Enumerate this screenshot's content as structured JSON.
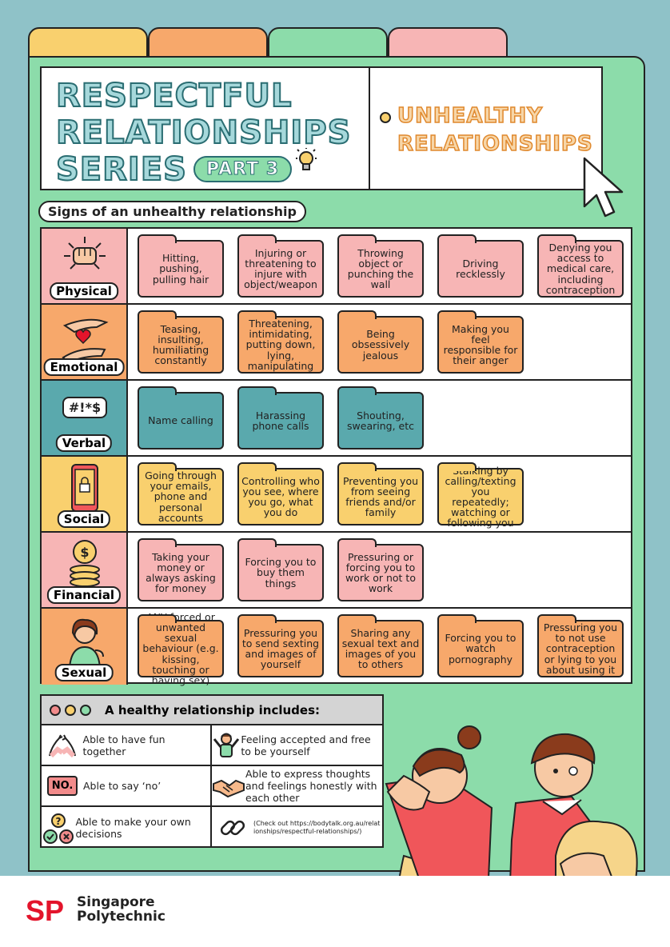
{
  "header": {
    "title_line1": "RESPECTFUL",
    "title_line2": "RELATIONSHIPS",
    "title_line3": "SERIES",
    "part": "PART 3",
    "topic_line1": "UNHEALTHY",
    "topic_line2": "RELATIONSHIPS"
  },
  "signs_label": "Signs of an unhealthy relationship",
  "categories": [
    {
      "name": "Physical",
      "color": "#f7b5b5",
      "icon": "fist-icon",
      "items": [
        "Hitting, pushing, pulling hair",
        "Injuring or threatening to injure with object/weapon",
        "Throwing object or punching the wall",
        "Driving recklessly",
        "Denying you access to medical care, including contraception"
      ]
    },
    {
      "name": "Emotional",
      "color": "#f7a86b",
      "icon": "heart-hands-icon",
      "items": [
        "Teasing, insulting, humiliating constantly",
        "Threatening, intimidating, putting down, lying, manipulating",
        "Being obsessively jealous",
        "Making you feel responsible for their anger"
      ]
    },
    {
      "name": "Verbal",
      "color": "#5aa9ad",
      "icon": "speech-bubble-icon",
      "items": [
        "Name calling",
        "Harassing phone calls",
        "Shouting, swearing, etc"
      ]
    },
    {
      "name": "Social",
      "color": "#f9d06e",
      "icon": "locked-phone-icon",
      "items": [
        "Going through your emails, phone and personal accounts",
        "Controlling who you see, where you go, what you do",
        "Preventing you from seeing friends and/or family",
        "Stalking by calling/texting you repeatedly; watching or following you"
      ]
    },
    {
      "name": "Financial",
      "color": "#f7b5b5",
      "icon": "coins-icon",
      "items": [
        "Taking your money or always asking for money",
        "Forcing you to buy them things",
        "Pressuring or forcing you to work or not to work"
      ]
    },
    {
      "name": "Sexual",
      "color": "#f7a86b",
      "icon": "person-icon",
      "items": [
        "ANY forced or unwanted sexual behaviour (e.g. kissing, touching or having sex)",
        "Pressuring you to send sexting and images of yourself",
        "Sharing any sexual text and images of you to others",
        "Forcing you to watch pornography",
        "Pressuring you to not use contraception or lying to you about using it"
      ]
    }
  ],
  "speech_bubble_text": "#!*$",
  "healthy": {
    "title": "A healthy relationship includes:",
    "items": [
      {
        "text": "Able to have fun together",
        "icon": "hands-icon"
      },
      {
        "text": "Feeling accepted and free to be yourself",
        "icon": "cheering-person-icon"
      },
      {
        "text": "Able to say ‘no’",
        "icon": "no-sign-icon",
        "icon_text": "NO."
      },
      {
        "text": "Able to express thoughts and feelings honestly with each other",
        "icon": "handshake-icon"
      },
      {
        "text": "Able to make your own decisions",
        "icon": "decision-icon"
      },
      {
        "text": "(Check out https://bodytalk.org.au/relationships/respectful-relationships/)",
        "icon": "link-icon"
      }
    ]
  },
  "footer": {
    "logo": "SP",
    "name_line1": "Singapore",
    "name_line2": "Polytechnic"
  }
}
